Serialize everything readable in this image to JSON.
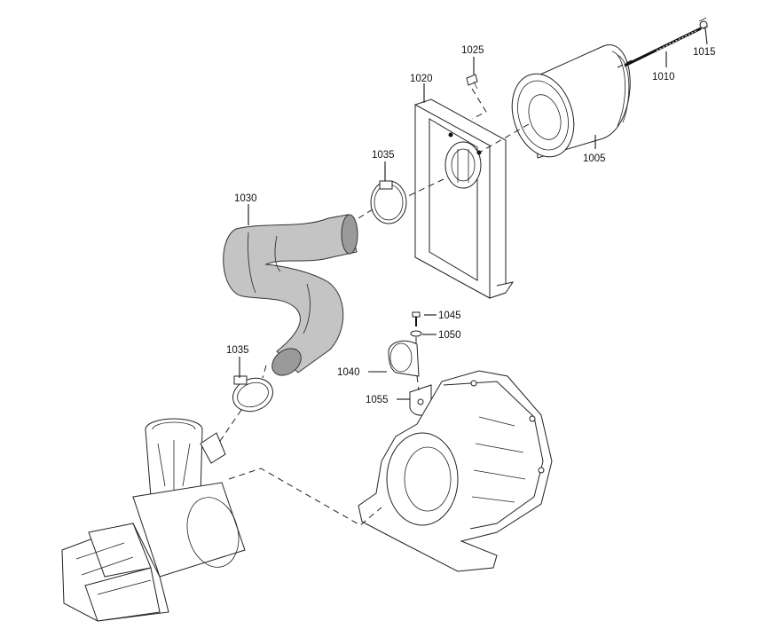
{
  "diagram": {
    "parts": [
      {
        "id": "p1005",
        "number": "1005"
      },
      {
        "id": "p1010",
        "number": "1010"
      },
      {
        "id": "p1015",
        "number": "1015"
      },
      {
        "id": "p1020",
        "number": "1020"
      },
      {
        "id": "p1025",
        "number": "1025"
      },
      {
        "id": "p1030",
        "number": "1030"
      },
      {
        "id": "p1035a",
        "number": "1035"
      },
      {
        "id": "p1035b",
        "number": "1035"
      },
      {
        "id": "p1040",
        "number": "1040"
      },
      {
        "id": "p1045",
        "number": "1045"
      },
      {
        "id": "p1050",
        "number": "1050"
      },
      {
        "id": "p1055",
        "number": "1055"
      }
    ]
  },
  "colors": {
    "line": "#222222",
    "hose_fill": "#c4c4c4",
    "background": "#ffffff"
  }
}
